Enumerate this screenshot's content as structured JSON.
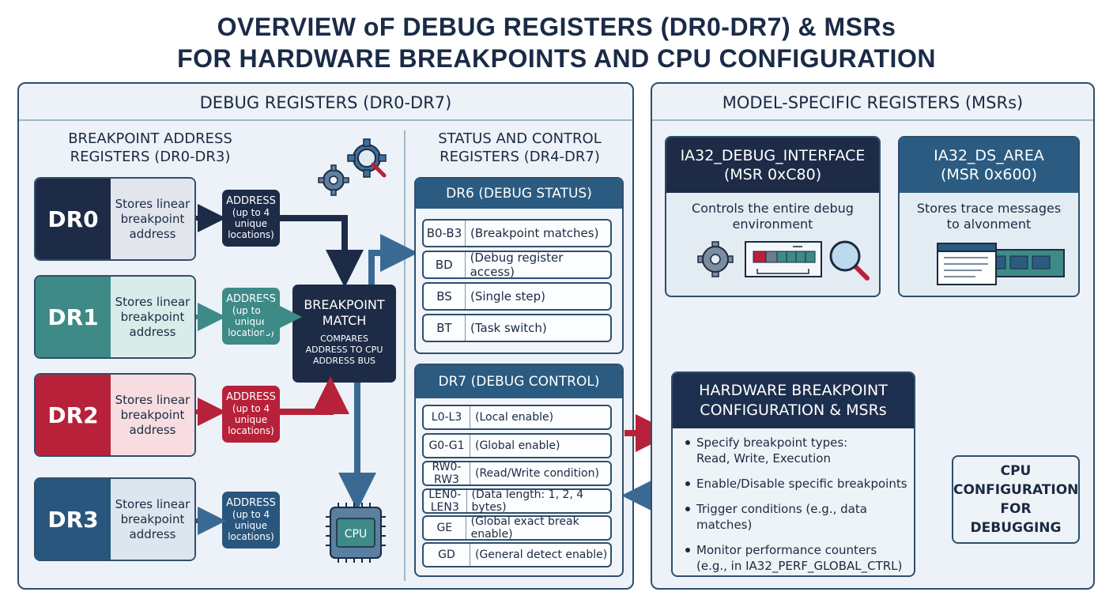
{
  "title": {
    "line1": "OVERVIEW oF DEBUG REGISTERS (DR0-DR7) & MSRs",
    "line2": "FOR HARDWARE BREAKPOINTS AND CPU CONFIGURATION"
  },
  "debug_panel": {
    "heading": "DEBUG REGISTERS (DR0-DR7)",
    "bp_heading_1": "BREAKPOINT ADDRESS",
    "bp_heading_2": "REGISTERS (DR0-DR3)",
    "sc_heading_1": "STATUS AND CONTROL",
    "sc_heading_2": "REGISTERS (DR4-DR7)",
    "registers": [
      {
        "name": "DR0",
        "desc": "Stores linear breakpoint address",
        "color": "#1d2b47",
        "desc_bg": "#e2e6ec",
        "addr_color": "#1d2b47"
      },
      {
        "name": "DR1",
        "desc": "Stores linear breakpoint address",
        "color": "#3d8a87",
        "desc_bg": "#d9ecea",
        "addr_color": "#3d8a87"
      },
      {
        "name": "DR2",
        "desc": "Stores linear breakpoint address",
        "color": "#b8213a",
        "desc_bg": "#f7dde1",
        "addr_color": "#b8213a"
      },
      {
        "name": "DR3",
        "desc": "Stores linear breakpoint address",
        "color": "#28567d",
        "desc_bg": "#dde6ee",
        "addr_color": "#28567d"
      }
    ],
    "address_label": "ADDRESS",
    "address_sub": [
      "(up to 4",
      "unique",
      "locations)"
    ],
    "match_title_1": "BREAKPOINT",
    "match_title_2": "MATCH",
    "match_desc_1": "COMPARES",
    "match_desc_2": "ADDRESS TO CPU",
    "match_desc_3": "ADDRESS BUS",
    "cpu_chip_label": "CPU",
    "dr6": {
      "heading": "DR6 (DEBUG STATUS)",
      "rows": [
        {
          "k": "B0-B3",
          "v": "(Breakpoint matches)"
        },
        {
          "k": "BD",
          "v": "(Debug register access)"
        },
        {
          "k": "BS",
          "v": "(Single step)"
        },
        {
          "k": "BT",
          "v": "(Task switch)"
        }
      ]
    },
    "dr7": {
      "heading": "DR7 (DEBUG CONTROL)",
      "rows": [
        {
          "k": "L0-L3",
          "v": "(Local enable)"
        },
        {
          "k": "G0-G1",
          "v": "(Global enable)"
        },
        {
          "k": "RW0-RW3",
          "v": "(Read/Write condition)"
        },
        {
          "k": "LEN0-LEN3",
          "v": "(Data length: 1, 2, 4 bytes)"
        },
        {
          "k": "GE",
          "v": "(Global exact break enable)"
        },
        {
          "k": "GD",
          "v": "(General detect enable)"
        }
      ]
    }
  },
  "msr_panel": {
    "heading": "MODEL-SPECIFIC REGISTERS (MSRs)",
    "debug_interface": {
      "name": "IA32_DEBUG_INTERFACE",
      "addr": "(MSR 0xC80)",
      "desc_1": "Controls the entire debug",
      "desc_2": "environment"
    },
    "ds_area": {
      "name": "IA32_DS_AREA",
      "addr": "(MSR 0x600)",
      "desc_1": "Stores trace messages",
      "desc_2": "to alvonment"
    },
    "hw_config": {
      "heading_1": "HARDWARE BREAKPOINT",
      "heading_2": "CONFIGURATION & MSRs",
      "bullets": [
        [
          "Specify breakpoint types:",
          "Read, Write, Execution"
        ],
        [
          "Enable/Disable specific breakpoints"
        ],
        [
          "Trigger conditions (e.g., data matches)"
        ],
        [
          "Monitor performance counters",
          "(e.g., in IA32_PERF_GLOBAL_CTRL)"
        ]
      ]
    },
    "cpu_config": {
      "line1": "CPU",
      "line2": "CONFIGURATION",
      "line3": "FOR DEBUGGING"
    }
  },
  "colors": {
    "navy": "#1d2b47",
    "teal": "#3d8a87",
    "red": "#b8213a",
    "blue": "#28567d",
    "arrow_blue": "#3a6a93"
  }
}
